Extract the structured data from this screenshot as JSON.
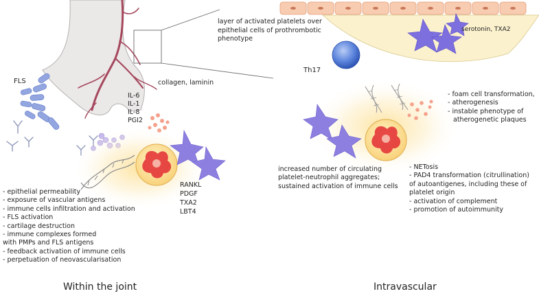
{
  "left": {
    "cells_label": "FLS",
    "matrix_label": "collagen, laminin",
    "cytokines": [
      "IL-6",
      "IL-1",
      "IL-8",
      "PGI2"
    ],
    "mediators": [
      "RANKL",
      "PDGF",
      "TXA2",
      "LBT4"
    ],
    "effects": [
      "- epithelial permeability",
      "- exposure of vascular antigens",
      "- immune cells infiltration and activation",
      "- FLS activation",
      "- cartilage destruction",
      "- immune complexes formed",
      "with PMPs and FLS antigens",
      "- feedback activation of immune cells",
      "- perpetuation of neovascularisation"
    ],
    "caption": "Within the joint"
  },
  "right": {
    "callout": [
      "layer of activated platelets over",
      "epithelial cells of prothrombotic",
      "phenotype"
    ],
    "serotonin_label": "serotonin, TXA2",
    "th17_label": "Th17",
    "plaque_effects": [
      "- foam cell transformation,",
      "- atherogenesis",
      "- instable phenotype of",
      "atherogenetic plaques"
    ],
    "aggregates": [
      "increased number of circulating",
      "platelet-neutrophil aggregates;",
      "sustained activation of immune cells"
    ],
    "net_effects": [
      "- NETosis",
      "- PAD4 transformation (citrullination)",
      "of autoantigenes, including these of",
      "platelet origin",
      "- activation of complement",
      "- promotion of autoimmunity"
    ],
    "caption": "Intravascular"
  },
  "colors": {
    "vessel": "#a5475c",
    "bone": "#e9e6e6",
    "fls": "#7f95d8",
    "endothelium": "#f6c6a6",
    "plaque": "#fbf1cd",
    "platelet": "#8c7fe0",
    "th17": "#3f6ed0",
    "neutrophil": "#e03b3b",
    "glow": "#fde7a3"
  }
}
